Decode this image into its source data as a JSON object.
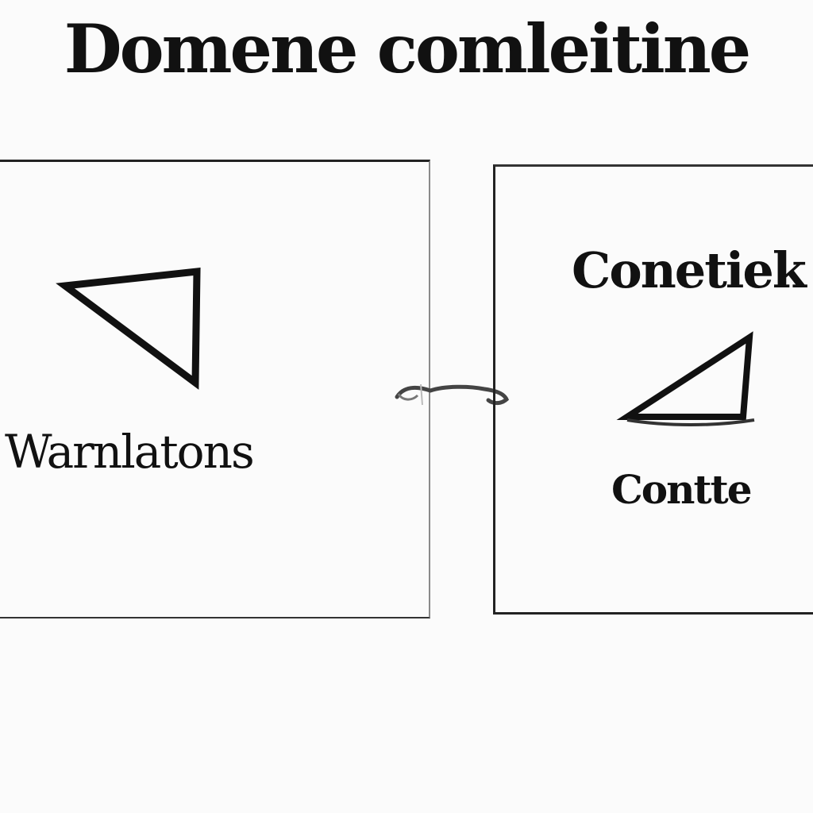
{
  "title": "Domene comleitine",
  "left_panel": {
    "label": "Warnlatons",
    "icon": "triangle-outline-icon"
  },
  "right_panel": {
    "heading": "Conetiek",
    "label": "Contte",
    "icon": "triangle-outline-icon"
  },
  "connector": {
    "icon": "link-connector-icon"
  },
  "colors": {
    "ink": "#111111",
    "background": "#fbfbfb",
    "frame": "#222222"
  }
}
